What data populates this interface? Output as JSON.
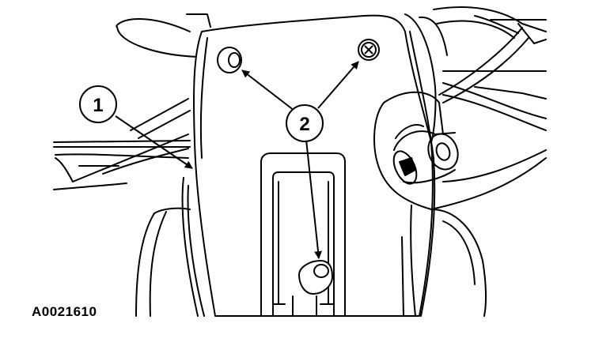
{
  "figure": {
    "id": "A0021610"
  },
  "callouts": [
    {
      "number": "1"
    },
    {
      "number": "2"
    }
  ]
}
